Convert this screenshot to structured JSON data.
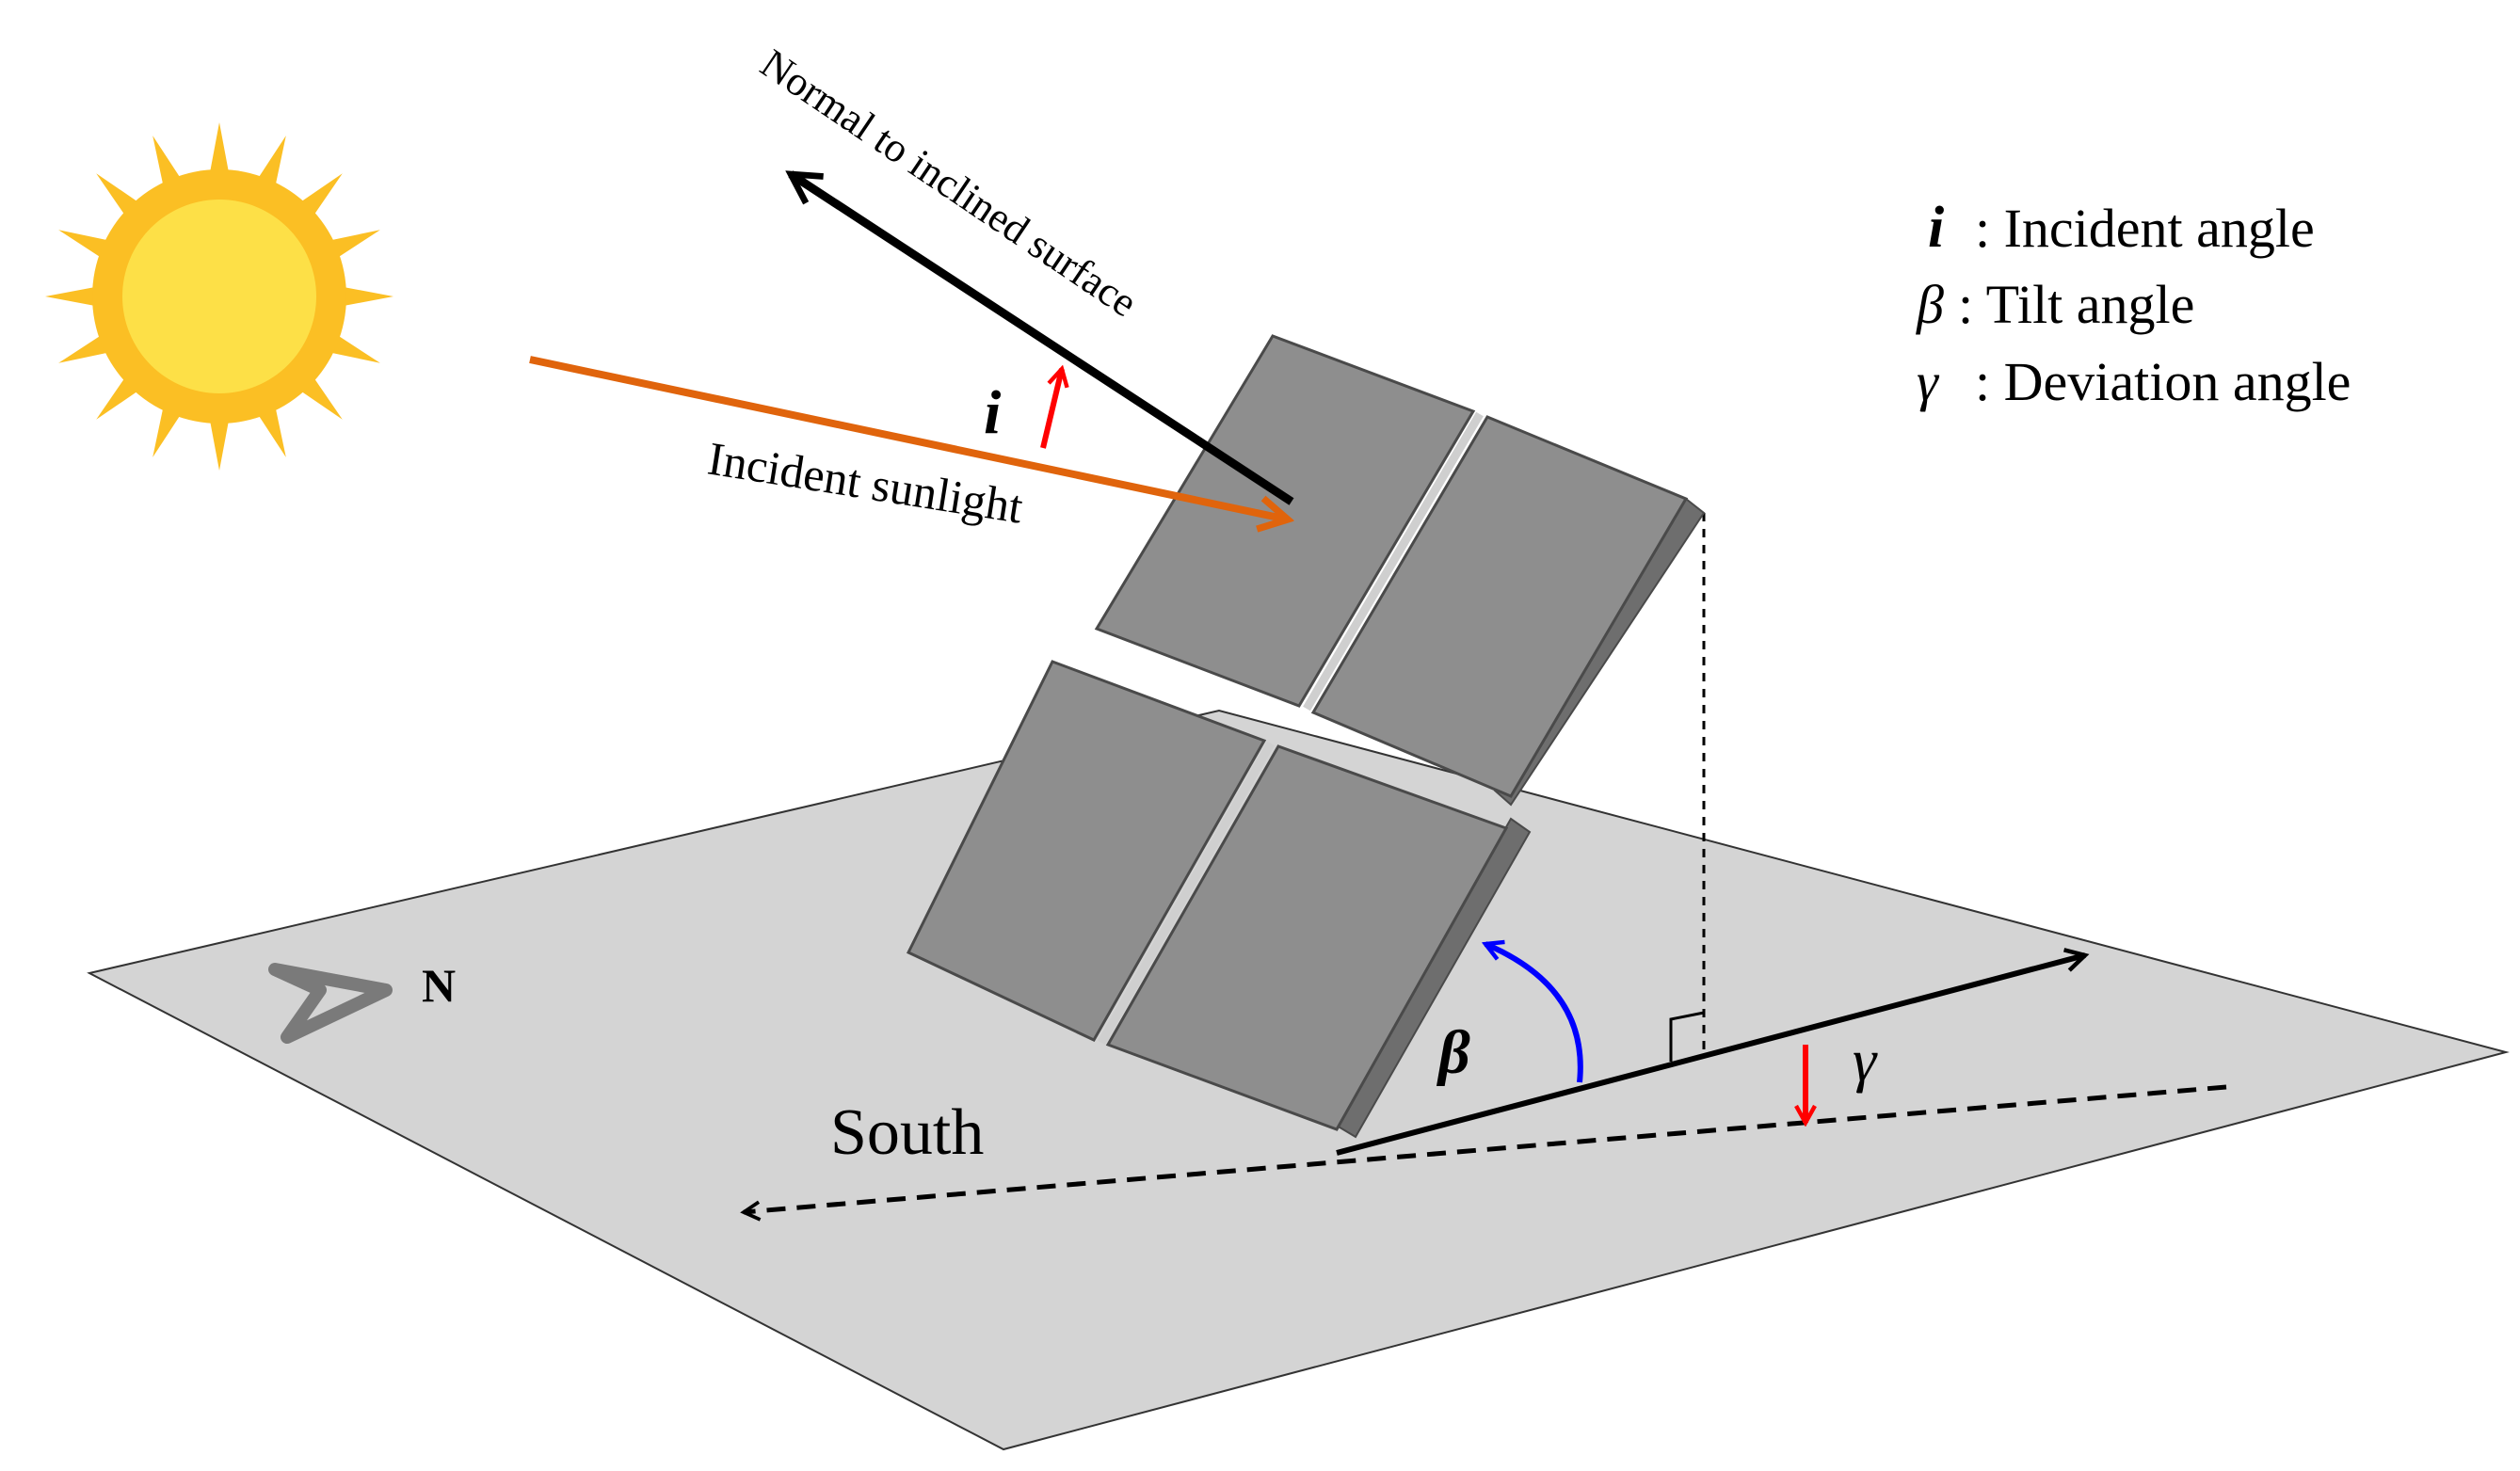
{
  "labels": {
    "normal": "Normal to inclined surface",
    "sunlight": "Incident sunlight",
    "i_marker": "i",
    "beta_marker": "β",
    "gamma_marker": "γ",
    "south": "South",
    "north": "N"
  },
  "legend": [
    {
      "symbol": "i",
      "text": ": Incident angle"
    },
    {
      "symbol": "β",
      "text": ": Tilt angle"
    },
    {
      "symbol": "γ",
      "text": ": Deviation angle"
    }
  ],
  "colors": {
    "sun_core": "#fde047",
    "sun_rays": "#fbbf24",
    "ground": "#d4d4d4",
    "panel": "#8e8e8e",
    "panel_edge": "#4a4a4a",
    "sunlight_arrow": "#e0640c",
    "normal_arrow": "#000000",
    "incident_angle_arrow": "#ff0000",
    "tilt_arrow": "#0000ff",
    "compass": "#7a7a7a"
  }
}
